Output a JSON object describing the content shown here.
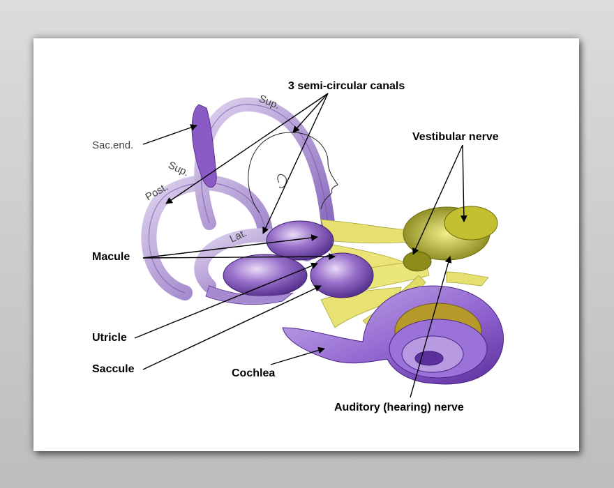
{
  "labels": {
    "canals": "3 semi-circular canals",
    "sup_top": "Sup.",
    "sac_end": "Sac.end.",
    "sup_mid": "Sup.",
    "post": "Post.",
    "lat": "Lat.",
    "vestibular": "Vestibular nerve",
    "macule": "Macule",
    "utricle": "Utricle",
    "saccule": "Saccule",
    "cochlea": "Cochlea",
    "auditory": "Auditory (hearing) nerve"
  },
  "colors": {
    "canal": "#b7a3d6",
    "canal_dark": "#6a3fa0",
    "vestibule": "#7a4cb4",
    "nerve": "#e2e06a",
    "ganglion": "#9b9a1a"
  }
}
